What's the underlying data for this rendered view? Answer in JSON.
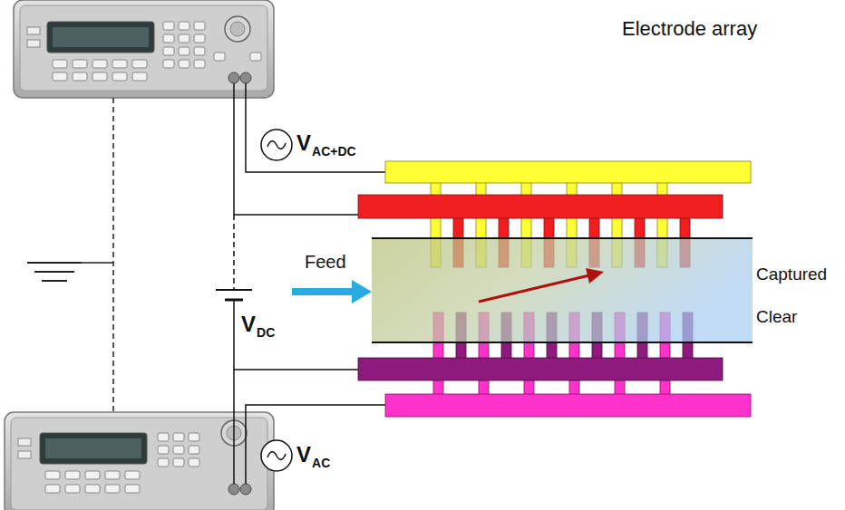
{
  "diagram": {
    "labels": [
      "V",
      "AC+DC",
      "Electrode array",
      "Feed",
      "Captured",
      "Clear",
      "V",
      "DC",
      "V",
      "AC"
    ]
  }
}
